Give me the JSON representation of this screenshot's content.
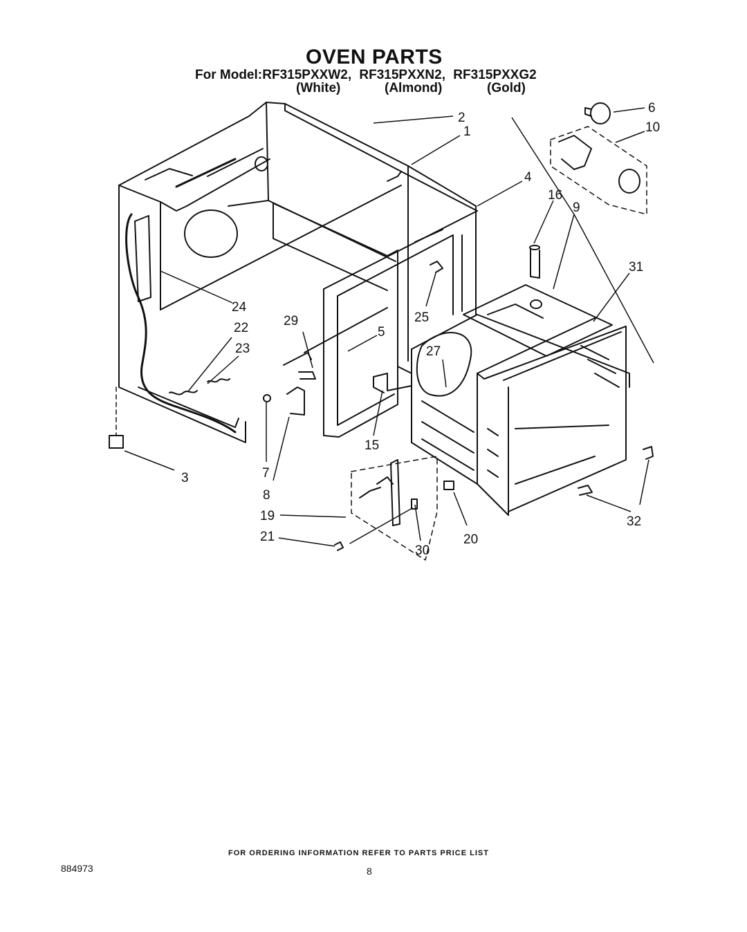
{
  "title": "OVEN PARTS",
  "model_label": "For Model:",
  "models": [
    "RF315PXXW2,",
    "RF315PXXN2,",
    "RF315PXXG2"
  ],
  "colors": [
    "(White)",
    "(Almond)",
    "(Gold)"
  ],
  "callouts": {
    "c1": "1",
    "c2": "2",
    "c3": "3",
    "c4": "4",
    "c5": "5",
    "c6": "6",
    "c7": "7",
    "c8": "8",
    "c9": "9",
    "c10": "10",
    "c15": "15",
    "c16": "16",
    "c19": "19",
    "c20": "20",
    "c21": "21",
    "c22": "22",
    "c23": "23",
    "c24": "24",
    "c25": "25",
    "c27": "27",
    "c29": "29",
    "c30": "30",
    "c31": "31",
    "c32": "32"
  },
  "footer": {
    "ordering_note": "FOR ORDERING INFORMATION REFER TO PARTS PRICE LIST",
    "doc_number": "884973",
    "page_number": "8"
  }
}
